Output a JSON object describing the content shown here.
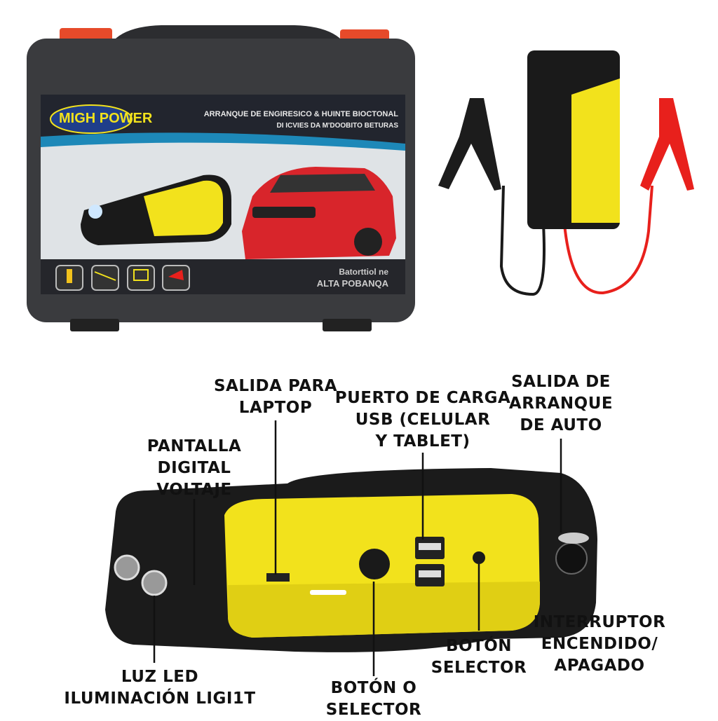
{
  "case": {
    "brand_logo": "MIGH POWER",
    "headline_1": "ARRANQUE DE ENGIRESICO & HUINTE BIOCTONAL",
    "headline_2": "DI ICVIES DA M'DOOBITO BETURAS",
    "tagline_1": "Batorttiol ne",
    "tagline_2": "ALTA POBANQA"
  },
  "callouts": {
    "laptop": [
      "SALIDA PARA",
      "LAPTOP"
    ],
    "usb": [
      "PUERTO DE CARGA",
      "USB (CELULAR",
      "Y TABLET)"
    ],
    "car_start": [
      "SALIDA DE",
      "ARRANQUE",
      "DE AUTO"
    ],
    "display": [
      "PANTALLA",
      "DIGITAL",
      "VOLTAJE"
    ],
    "power_switch": [
      "INTERRUPTOR",
      "ENCENDIDO/",
      "APAGADO"
    ],
    "selector_button": [
      "BOTÓN",
      "SELECTOR"
    ],
    "selector_button_2": [
      "BOTÓN O",
      "SELECTOR"
    ],
    "led": [
      "LUZ LED",
      "ILUMINACIÓN LIGI1T"
    ]
  },
  "colors": {
    "yellow": "#f2e21c",
    "black": "#1a1a1a",
    "red": "#e8201c",
    "case": "#3a3b3e"
  }
}
